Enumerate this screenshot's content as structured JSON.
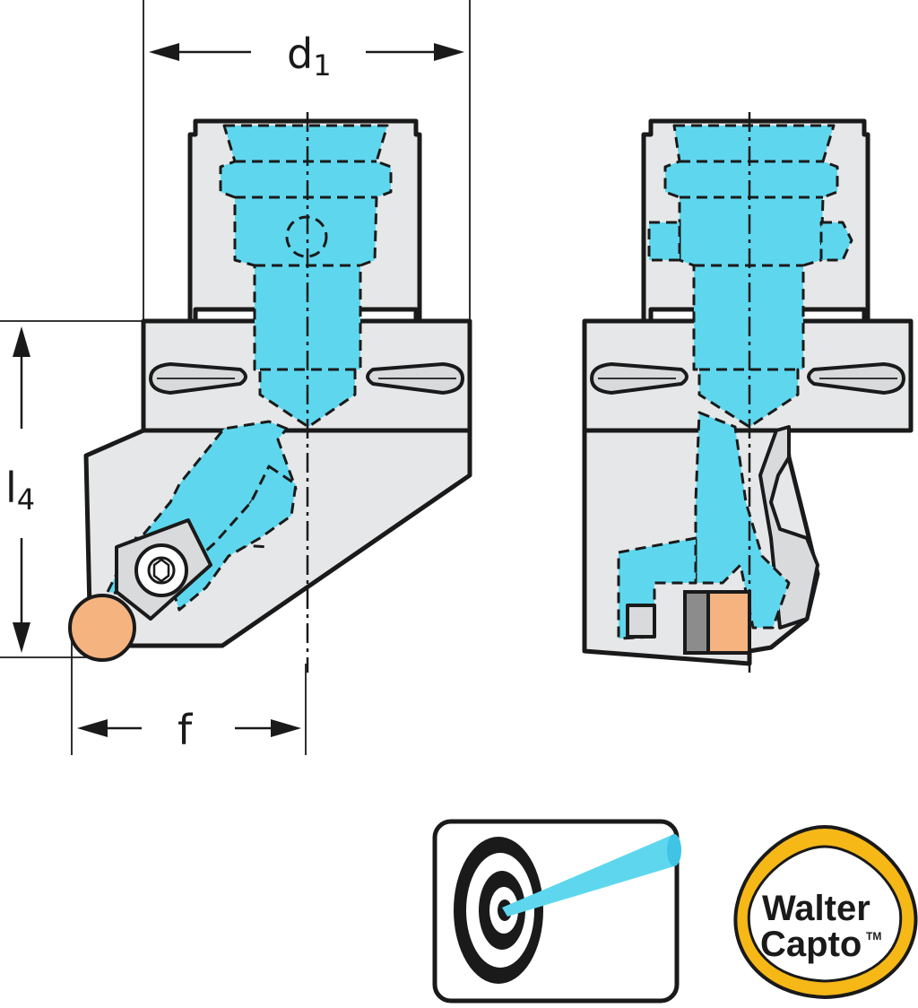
{
  "dimensions": {
    "d1": {
      "main": "d",
      "sub": "1"
    },
    "l4": {
      "main": "l",
      "sub": "4"
    },
    "f": {
      "main": "f"
    }
  },
  "logo": {
    "line1": "Walter",
    "line2": "Capto",
    "tm": "TM"
  },
  "icons": {
    "coolant_target": "target-coolant-icon",
    "walter_capto": "walter-capto-logo"
  },
  "colors": {
    "coolant": "#5ed7ee",
    "insert": "#f4b37f",
    "body": "#e6e7e8",
    "logo_yellow": "#f5b817"
  }
}
